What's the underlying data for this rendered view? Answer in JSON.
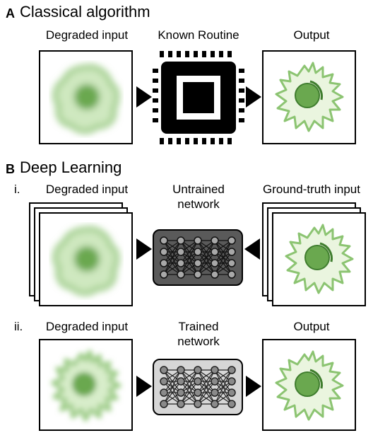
{
  "section_a": {
    "letter": "A",
    "title": "Classical algorithm",
    "input_label": "Degraded input",
    "routine_label": "Known Routine",
    "output_label": "Output"
  },
  "section_b": {
    "letter": "B",
    "title": "Deep Learning",
    "part_i": {
      "roman": "i.",
      "input_label": "Degraded input",
      "network_label_line1": "Untrained",
      "network_label_line2": "network",
      "truth_label": "Ground-truth input"
    },
    "part_ii": {
      "roman": "ii.",
      "input_label": "Degraded input",
      "network_label_line1": "Trained",
      "network_label_line2": "network",
      "output_label": "Output"
    }
  },
  "colors": {
    "cell_green": "#7fbf5f",
    "cell_light": "#eaf5df",
    "nucleus": "#6aa84f",
    "untrained_box": "#5a5a5a",
    "trained_box": "#d6d6d6"
  }
}
